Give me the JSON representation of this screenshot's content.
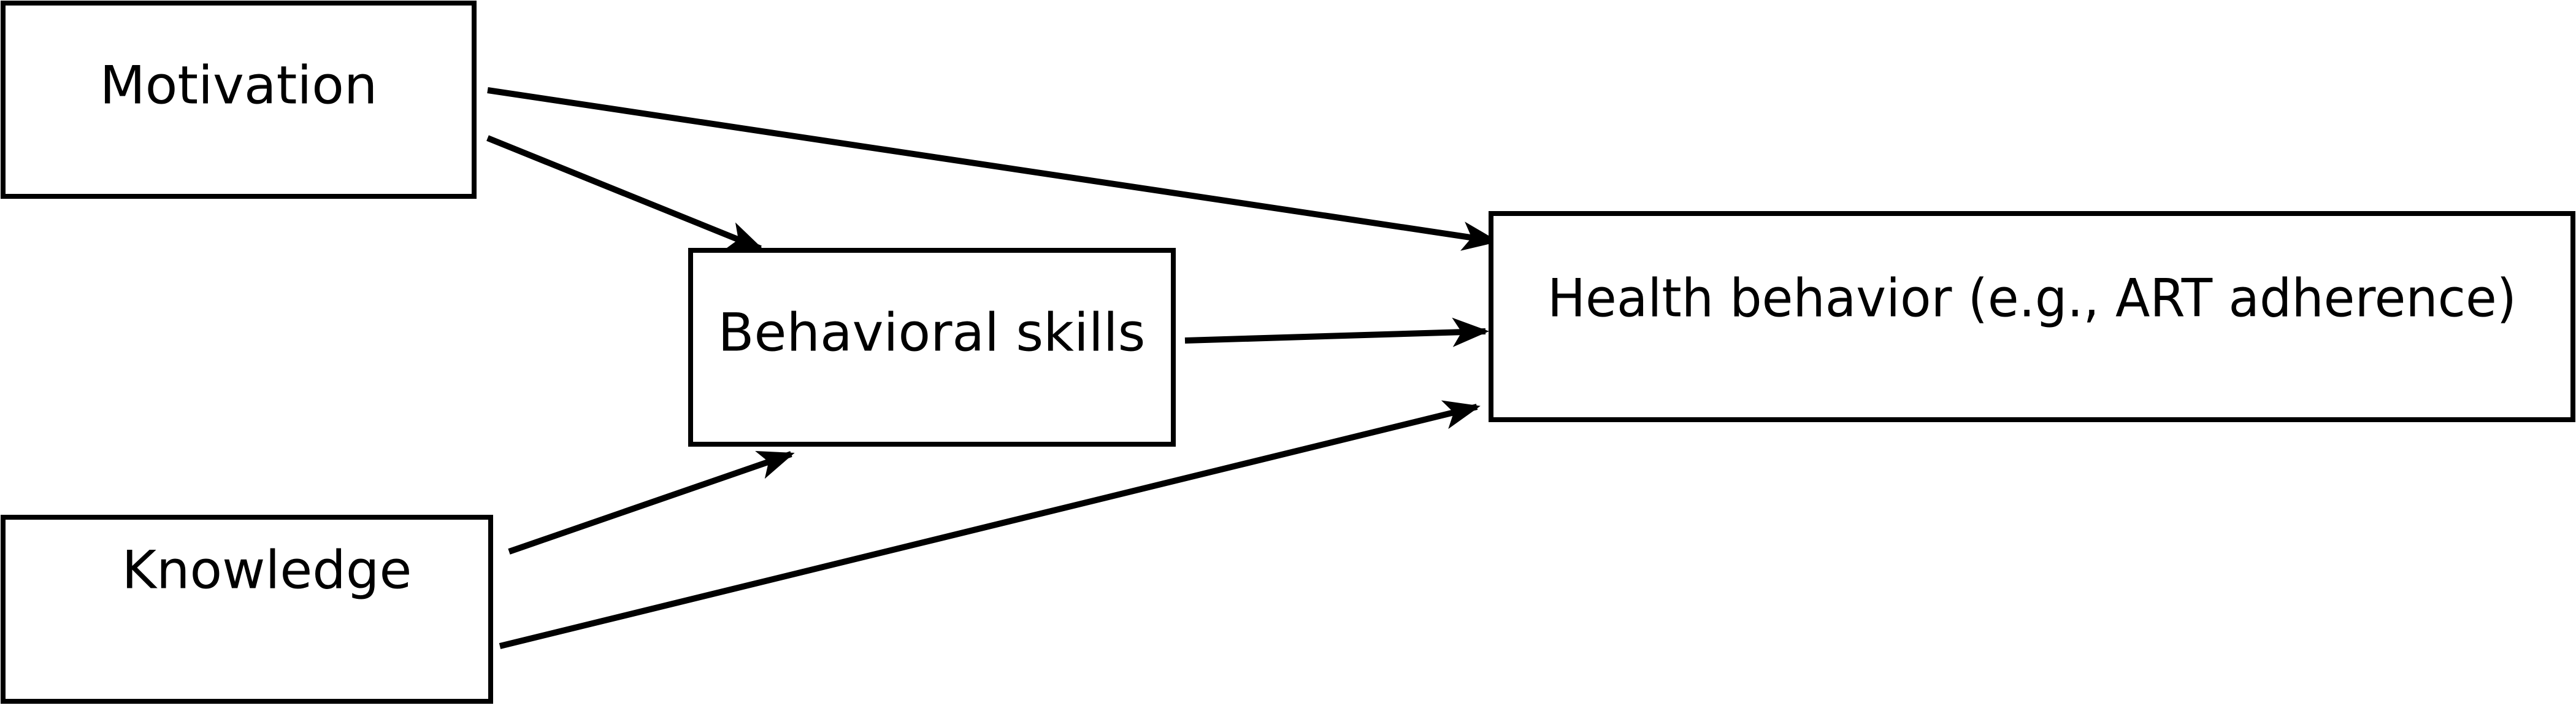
{
  "colors": {
    "background": "#ffffff",
    "stroke": "#000000",
    "text": "#000000"
  },
  "nodes": {
    "motivation": {
      "label": "Motivation"
    },
    "knowledge": {
      "label": "Knowledge"
    },
    "behavioral_skills": {
      "label": "Behavioral skills"
    },
    "health_behavior": {
      "label": "Health behavior (e.g., ART adherence)"
    }
  },
  "edges": [
    {
      "from": "Motivation",
      "to": "Health behavior (e.g., ART adherence)"
    },
    {
      "from": "Motivation",
      "to": "Behavioral skills"
    },
    {
      "from": "Behavioral skills",
      "to": "Health behavior (e.g., ART adherence)"
    },
    {
      "from": "Knowledge",
      "to": "Behavioral skills"
    },
    {
      "from": "Knowledge",
      "to": "Health behavior (e.g., ART adherence)"
    }
  ]
}
